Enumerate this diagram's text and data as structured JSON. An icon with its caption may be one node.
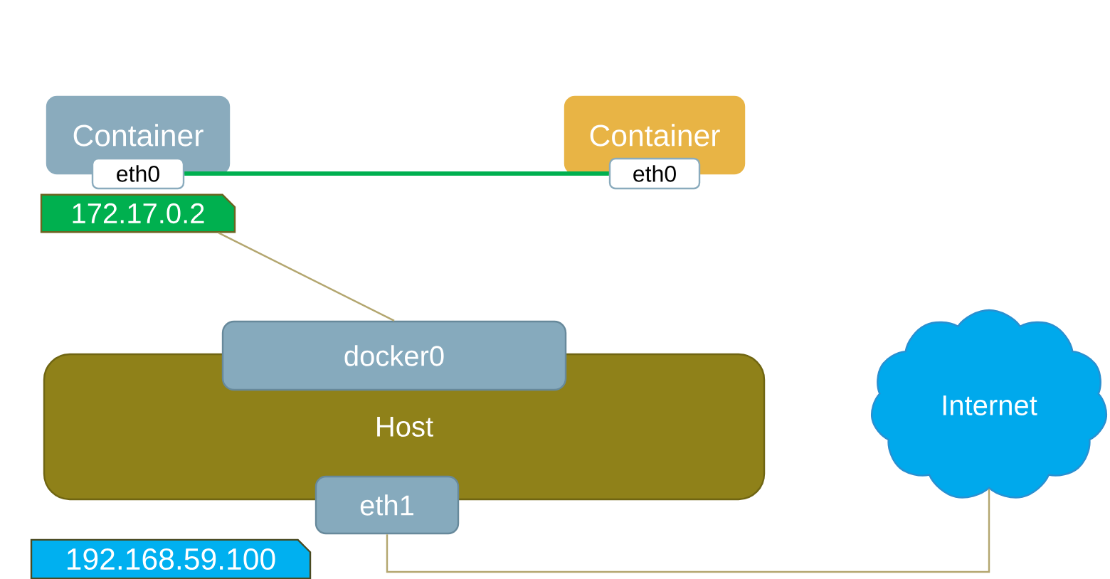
{
  "diagram": {
    "nodes": [
      {
        "text": [
          "Container"
        ]
      },
      {
        "text": [
          "eth0"
        ]
      },
      {
        "text": [
          "Container"
        ]
      },
      {
        "text": [
          "eth0"
        ]
      },
      {
        "text": [
          "172.17.0.2"
        ]
      },
      {
        "text": [
          "Host"
        ]
      },
      {
        "text": [
          "docker0"
        ]
      },
      {
        "text": [
          "eth1"
        ]
      },
      {
        "text": [
          "192.168.59.100"
        ]
      },
      {
        "text": [
          "Internet"
        ]
      }
    ],
    "edges": [
      {
        "from": 1,
        "to": 3,
        "arrow": "none",
        "style": "thick",
        "color": "#00b050"
      },
      {
        "from": 4,
        "to": 6,
        "arrow": "none"
      },
      {
        "from": 7,
        "to": 9,
        "arrow": "none"
      }
    ]
  }
}
